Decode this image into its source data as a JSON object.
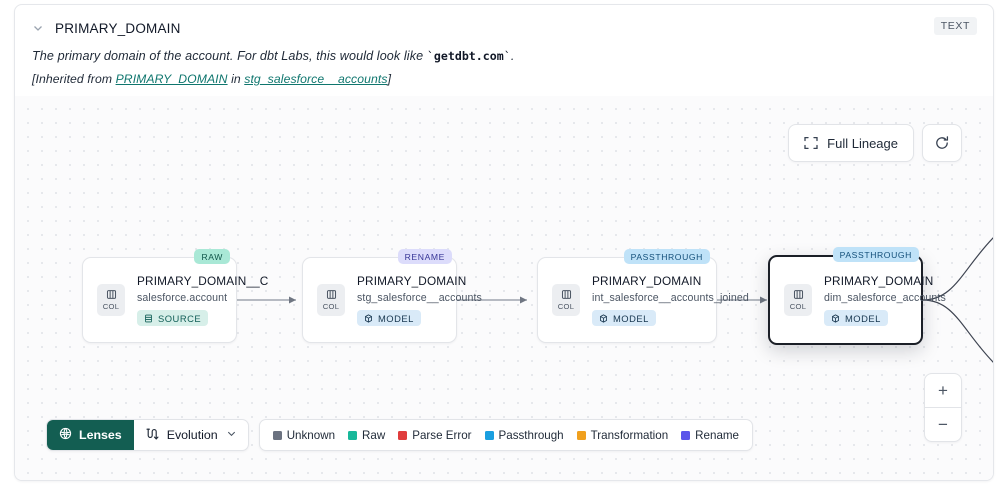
{
  "header": {
    "chevron_icon": "chevron-down-icon",
    "title": "PRIMARY_DOMAIN",
    "type_badge": "TEXT",
    "description_pre": "The primary domain of the account. For dbt Labs, this would look like ",
    "description_code": "getdbt.com",
    "description_post": ".",
    "inherited_pre": "[Inherited from ",
    "inherited_link1": "PRIMARY_DOMAIN",
    "inherited_mid": " in ",
    "inherited_link2": "stg_salesforce__accounts",
    "inherited_post": "]"
  },
  "toolbar": {
    "full_lineage_label": "Full Lineage",
    "full_lineage_icon": "expand-icon",
    "refresh_icon": "refresh-icon"
  },
  "zoom_controls": {
    "zoom_in_label": "+",
    "zoom_out_label": "−"
  },
  "graph": {
    "col_chip_label": "COL",
    "col_chip_icon": "columns-icon",
    "nodes": [
      {
        "title": "PRIMARY_DOMAIN__C",
        "subtitle": "salesforce.account",
        "kind": "SOURCE",
        "kind_icon": "database-icon",
        "tag": "RAW",
        "tag_color": "#a9e8d6",
        "selected": false
      },
      {
        "title": "PRIMARY_DOMAIN",
        "subtitle": "stg_salesforce__accounts",
        "kind": "MODEL",
        "kind_icon": "cube-icon",
        "tag": "RENAME",
        "tag_color": "#dcdcfb",
        "selected": false
      },
      {
        "title": "PRIMARY_DOMAIN",
        "subtitle": "int_salesforce__accounts_joined",
        "kind": "MODEL",
        "kind_icon": "cube-icon",
        "tag": "PASSTHROUGH",
        "tag_color": "#bfe2f8",
        "selected": false
      },
      {
        "title": "PRIMARY_DOMAIN",
        "subtitle": "dim_salesforce_accounts",
        "kind": "MODEL",
        "kind_icon": "cube-icon",
        "tag": "PASSTHROUGH",
        "tag_color": "#bfe2f8",
        "selected": true
      }
    ]
  },
  "bottom_bar": {
    "lenses_label": "Lenses",
    "lenses_icon": "aperture-icon",
    "evolution_label": "Evolution",
    "evolution_icon": "evolution-icon",
    "evolution_chevron": "chevron-down-icon",
    "legend": [
      {
        "label": "Unknown",
        "color": "#6b7280"
      },
      {
        "label": "Raw",
        "color": "#18b89a"
      },
      {
        "label": "Parse Error",
        "color": "#e03c3c"
      },
      {
        "label": "Passthrough",
        "color": "#1a9fe0"
      },
      {
        "label": "Transformation",
        "color": "#f0a01e"
      },
      {
        "label": "Rename",
        "color": "#5b55ea"
      }
    ]
  }
}
